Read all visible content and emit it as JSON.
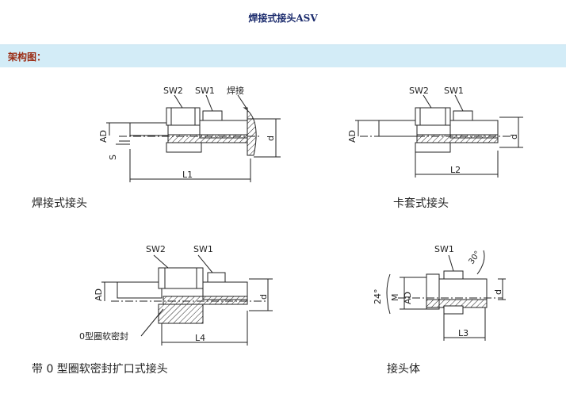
{
  "page": {
    "title": "焊接式接头ASV",
    "section_label": "架构图："
  },
  "drawings": {
    "welded": {
      "caption": "焊接式接头",
      "labels": {
        "sw2": "SW2",
        "sw1": "SW1",
        "weld": "焊接",
        "ad": "AD",
        "s": "S",
        "d": "d",
        "l": "L1"
      }
    },
    "ferrule": {
      "caption": "卡套式接头",
      "labels": {
        "sw2": "SW2",
        "sw1": "SW1",
        "ad": "AD",
        "d": "d",
        "l": "L2"
      }
    },
    "flared": {
      "caption": "带 0 型圈软密封扩口式接头",
      "labels": {
        "sw2": "SW2",
        "sw1": "SW1",
        "ad": "AD",
        "d": "d",
        "l": "L4",
        "seal": "0型圈软密封"
      }
    },
    "body": {
      "caption": "接头体",
      "labels": {
        "sw1": "SW1",
        "angle_top": "30°",
        "angle_left": "24°",
        "m": "M",
        "ad": "AD",
        "d": "d",
        "l": "L3"
      }
    }
  }
}
